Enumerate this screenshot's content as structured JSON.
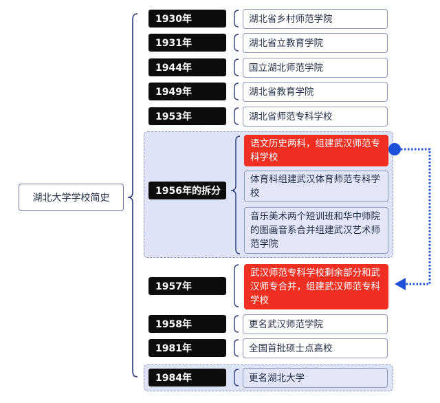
{
  "root": "湖北大学学校简史",
  "events": [
    {
      "year": "1930年",
      "items": [
        "湖北省乡村师范学院"
      ]
    },
    {
      "year": "1931年",
      "items": [
        "湖北省立教育学院"
      ]
    },
    {
      "year": "1944年",
      "items": [
        "国立湖北师范学院"
      ]
    },
    {
      "year": "1949年",
      "items": [
        "湖北省教育学院"
      ]
    },
    {
      "year": "1953年",
      "items": [
        "湖北省师范专科学校"
      ]
    },
    {
      "year": "1956年的拆分",
      "items": [
        "语文历史两科，组建武汉师范专科学校",
        "体育科组建武汉体育师范专科学校",
        "音乐美术两个短训班和华中师院的图画音系合并组建武汉艺术师范学院"
      ]
    },
    {
      "year": "1957年",
      "items": [
        "武汉师范专科学校剩余部分和武汉师专合并，组建武汉师范专科学校"
      ]
    },
    {
      "year": "1958年",
      "items": [
        "更名武汉师范学院"
      ]
    },
    {
      "year": "1981年",
      "items": [
        "全国首批硕士点高校"
      ]
    },
    {
      "year": "1984年",
      "items": [
        "更名湖北大学"
      ]
    }
  ],
  "colors": {
    "highlight": "#ee2f22",
    "accent": "#1d4fd8",
    "group_bg": "#dfe3f6"
  }
}
